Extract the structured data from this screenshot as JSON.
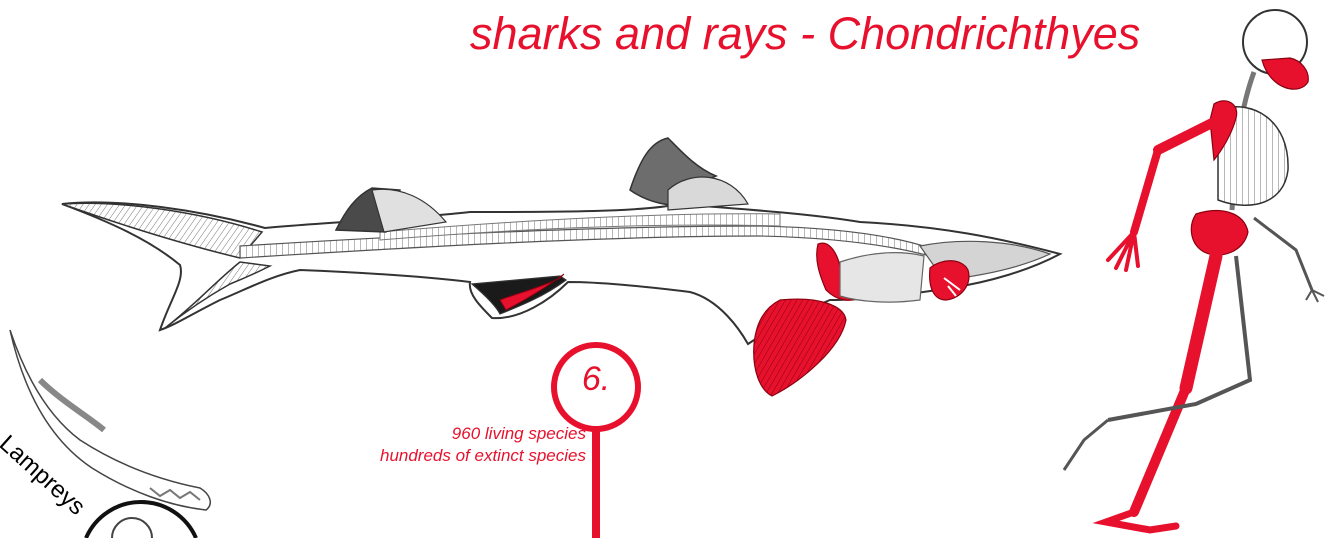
{
  "title": "sharks and rays - Chondrichthyes",
  "node": {
    "number": "6.",
    "line1": "960  living species",
    "line2": "hundreds of extinct species"
  },
  "lamprey_label": "Lampreys",
  "colors": {
    "accent": "#e8112d",
    "outline": "#333333",
    "grey_fin": "#555555",
    "light_grey": "#d9d9d9",
    "dark_fill": "#1a1a1a"
  },
  "icons": [
    "shark-skeleton",
    "human-skeleton",
    "lamprey-skeleton",
    "clade-node-circle"
  ]
}
